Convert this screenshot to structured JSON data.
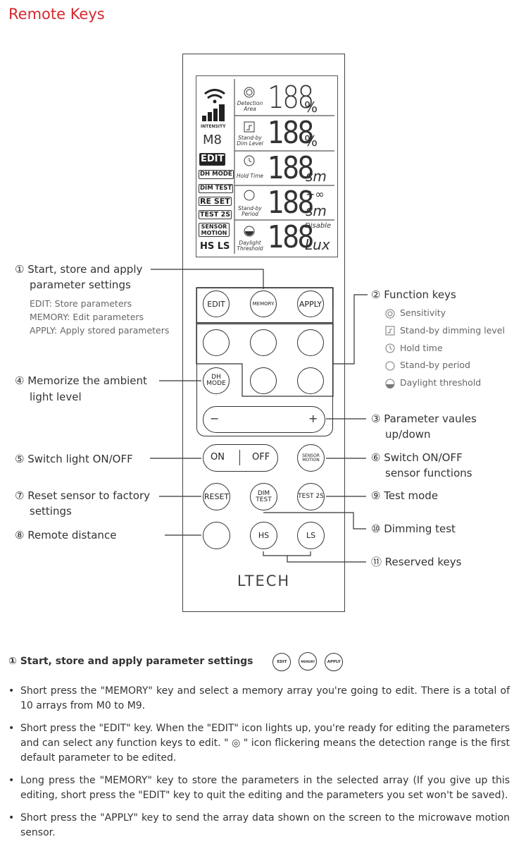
{
  "title": "Remote Keys",
  "lcd": {
    "intensity": "INTENSITY",
    "memory": "M8",
    "rows": [
      {
        "label": "Detection Area",
        "digits": "188",
        "unit": "%"
      },
      {
        "label": "Stand-by Dim Level",
        "digits": "188",
        "unit": "%"
      },
      {
        "label": "Hold Time",
        "digits": "188",
        "unit": "sm"
      },
      {
        "label": "Stand-by Period",
        "digits": "188",
        "unit": "sm",
        "extra": "+∞"
      },
      {
        "label": "Daylight Threshold",
        "digits": "188",
        "unit": "Lux",
        "extra": "Disable"
      }
    ],
    "tags": [
      "EDIT",
      "DH MODE",
      "DIM TEST",
      "RE SET",
      "TEST 2S",
      "SENSOR MOTION",
      "HS LS"
    ]
  },
  "buttons": {
    "edit": "EDIT",
    "memory": "MEMORY",
    "apply": "APPLY",
    "dh_mode": "DH MODE",
    "minus": "−",
    "plus": "+",
    "on": "ON",
    "off": "OFF",
    "sensor_motion": "SENSOR MOTION",
    "reset": "RESET",
    "dim_test": "DIM TEST",
    "test_2s": "TEST 2S",
    "hs": "HS",
    "ls": "LS"
  },
  "logo": "LTECH",
  "callouts": {
    "c1": "① Start, store and apply",
    "c1b": "parameter settings",
    "c1_sub": [
      "EDIT: Store parameters",
      "MEMORY: Edit parameters",
      "APPLY: Apply stored parameters"
    ],
    "c2": "② Function keys",
    "c2_items": [
      "Sensitivity",
      "Stand-by dimming level",
      "Hold time",
      "Stand-by period",
      "Daylight threshold"
    ],
    "c3": "③ Parameter vaules",
    "c3b": "up/down",
    "c4": "④ Memorize the ambient",
    "c4b": "light level",
    "c5": "⑤ Switch light ON/OFF",
    "c6": "⑥ Switch ON/OFF",
    "c6b": "sensor functions",
    "c7": "⑦ Reset sensor to factory",
    "c7b": "settings",
    "c8": "⑧ Remote distance",
    "c9": "⑨ Test mode",
    "c10": "⑩ Dimming test",
    "c11": "⑪ Reserved  keys"
  },
  "section": {
    "title": "① Start, store and apply parameter settings",
    "icons": [
      "EDIT",
      "MEMORY",
      "APPLY"
    ],
    "bullets": [
      "Short press the \"MEMORY\" key and select a memory array you're going to edit. There is a total of 10 arrays from M0 to M9.",
      "Short press the \"EDIT\" key. When the \"EDIT\" icon lights up, you're ready for editing the parameters and can select any function keys to edit. \" ◎ \" icon flickering means the detection range is the first default parameter to be edited.",
      "Long press the \"MEMORY\" key to store the parameters in the selected array (If you give up this editing, short press the \"EDIT\" key to quit the editing and the parameters you set won't be saved).",
      "Short press the \"APPLY\" key to send the array data shown on the screen to the microwave motion sensor."
    ]
  }
}
